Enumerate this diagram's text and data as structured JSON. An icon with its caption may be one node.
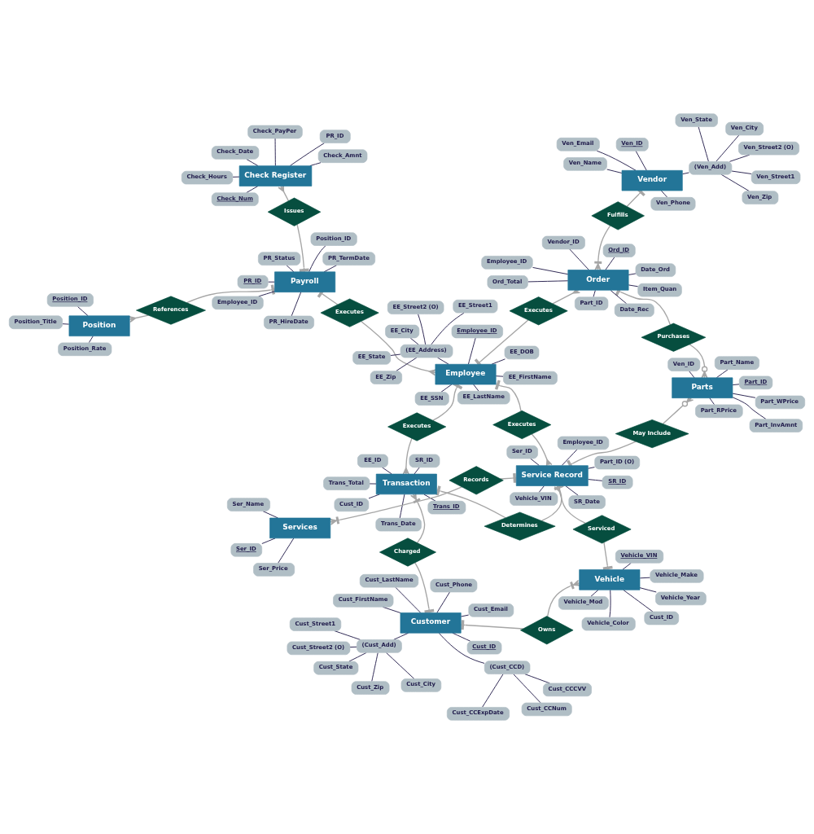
{
  "diagram": {
    "nodes": [
      {
        "text": [
          "Customer"
        ]
      },
      {
        "text": [
          "Cust_ID"
        ]
      },
      {
        "text": [
          "(Cust_Add)"
        ]
      },
      {
        "text": [
          "Cust_Phone"
        ]
      },
      {
        "text": [
          "Cust_Email"
        ]
      },
      {
        "text": [
          "Cust_Street1"
        ]
      },
      {
        "text": [
          "Cust_Street2 (O)"
        ]
      },
      {
        "text": [
          "Cust_City"
        ]
      },
      {
        "text": [
          "Cust_State"
        ]
      },
      {
        "text": [
          "Cust_Zip"
        ]
      },
      {
        "text": [
          "Cust_FirstName"
        ]
      },
      {
        "text": [
          "Cust_LastName"
        ]
      },
      {
        "text": [
          "(Cust_CCD)"
        ]
      },
      {
        "text": [
          "Cust_CCNum"
        ]
      },
      {
        "text": [
          "Cust_CCCVV"
        ]
      },
      {
        "text": [
          "Cust_CCExpDate"
        ]
      },
      {
        "text": [
          "Position"
        ]
      },
      {
        "text": [
          "Position_ID"
        ]
      },
      {
        "text": [
          "Position_Title"
        ]
      },
      {
        "text": [
          "Position_Rate"
        ]
      },
      {
        "text": [
          "References"
        ]
      },
      {
        "text": [
          "Owns"
        ]
      },
      {
        "text": [
          "Charged"
        ]
      },
      {
        "text": [
          "Vehicle"
        ]
      },
      {
        "text": [
          "Vehicle_VIN"
        ]
      },
      {
        "text": [
          "Cust_ID"
        ]
      },
      {
        "text": [
          "Vehicle_Make"
        ]
      },
      {
        "text": [
          "Vehicle_Mod"
        ]
      },
      {
        "text": [
          "Vehicle_Color"
        ]
      },
      {
        "text": [
          "Vehicle_Year"
        ]
      },
      {
        "text": [
          "Transaction"
        ]
      },
      {
        "text": [
          "Trans_ID"
        ]
      },
      {
        "text": [
          "Cust_ID"
        ]
      },
      {
        "text": [
          "EE_ID"
        ]
      },
      {
        "text": [
          "SR_ID"
        ]
      },
      {
        "text": [
          "Trans_Date"
        ]
      },
      {
        "text": [
          "Trans_Total"
        ]
      },
      {
        "text": [
          "Payroll"
        ]
      },
      {
        "text": [
          "PR_ID"
        ]
      },
      {
        "text": [
          "Employee_ID"
        ]
      },
      {
        "text": [
          "Position_ID"
        ]
      },
      {
        "text": [
          "PR_Status"
        ]
      },
      {
        "text": [
          "PR_HireDate"
        ]
      },
      {
        "text": [
          "PR_TermDate"
        ]
      },
      {
        "text": [
          "Serviced"
        ]
      },
      {
        "text": [
          "Determines"
        ]
      },
      {
        "text": [
          "Executes"
        ]
      },
      {
        "text": [
          "Executes"
        ]
      },
      {
        "text": [
          "Issues"
        ]
      },
      {
        "text": [
          "Check Register"
        ]
      },
      {
        "text": [
          "Check_Num"
        ]
      },
      {
        "text": [
          "PR_ID"
        ]
      },
      {
        "text": [
          "Check_Date"
        ]
      },
      {
        "text": [
          "Check_Hours"
        ]
      },
      {
        "text": [
          "Check_PayPer"
        ]
      },
      {
        "text": [
          "Check_Amnt"
        ]
      },
      {
        "text": [
          "Records"
        ]
      },
      {
        "text": [
          "Service Record"
        ]
      },
      {
        "text": [
          "SR_ID"
        ]
      },
      {
        "text": [
          "Ser_ID"
        ]
      },
      {
        "text": [
          "Vehicle_VIN"
        ]
      },
      {
        "text": [
          "Employee_ID"
        ]
      },
      {
        "text": [
          "SR_Date"
        ]
      },
      {
        "text": [
          "Part_ID (O)"
        ]
      },
      {
        "text": [
          "Employee"
        ]
      },
      {
        "text": [
          "Employee_ID"
        ]
      },
      {
        "text": [
          "EE_FirstName"
        ]
      },
      {
        "text": [
          "EE_LastName"
        ]
      },
      {
        "text": [
          "EE_SSN"
        ]
      },
      {
        "text": [
          "EE_DOB"
        ]
      },
      {
        "text": [
          "(EE_Address)"
        ]
      },
      {
        "text": [
          "EE_Street1"
        ]
      },
      {
        "text": [
          "EE_Street2 (O)"
        ]
      },
      {
        "text": [
          "EE_City"
        ]
      },
      {
        "text": [
          "EE_State"
        ]
      },
      {
        "text": [
          "EE_Zip"
        ]
      },
      {
        "text": [
          "Services"
        ]
      },
      {
        "text": [
          "Ser_ID"
        ]
      },
      {
        "text": [
          "Ser_Name"
        ]
      },
      {
        "text": [
          "Ser_Price"
        ]
      },
      {
        "text": [
          "Executes"
        ]
      },
      {
        "text": [
          "May Include"
        ]
      },
      {
        "text": [
          "Executes"
        ]
      },
      {
        "text": [
          "Parts"
        ]
      },
      {
        "text": [
          "Part_ID"
        ]
      },
      {
        "text": [
          "Part_Name"
        ]
      },
      {
        "text": [
          "Part_WPrice"
        ]
      },
      {
        "text": [
          "Part_RPrice"
        ]
      },
      {
        "text": [
          "Ven_ID"
        ]
      },
      {
        "text": [
          "Part_InvAmnt"
        ]
      },
      {
        "text": [
          "Purchases"
        ]
      },
      {
        "text": [
          "Order"
        ]
      },
      {
        "text": [
          "Ord_ID"
        ]
      },
      {
        "text": [
          "Vendor_ID"
        ]
      },
      {
        "text": [
          "Employee_ID"
        ]
      },
      {
        "text": [
          "Part_ID"
        ]
      },
      {
        "text": [
          "Date_Ord"
        ]
      },
      {
        "text": [
          "Date_Rec"
        ]
      },
      {
        "text": [
          "Item_Quan"
        ]
      },
      {
        "text": [
          "Ord_Total"
        ]
      },
      {
        "text": [
          "Vendor"
        ]
      },
      {
        "text": [
          "Ven_ID"
        ]
      },
      {
        "text": [
          "Ven_Name"
        ]
      },
      {
        "text": [
          "Ven_Phone"
        ]
      },
      {
        "text": [
          "Ven_Email"
        ]
      },
      {
        "text": [
          "(Ven_Add)"
        ]
      },
      {
        "text": [
          "Ven_Street1"
        ]
      },
      {
        "text": [
          "Ven_Street2 (O)"
        ]
      },
      {
        "text": [
          "Ven_City"
        ]
      },
      {
        "text": [
          "Ven_State"
        ]
      },
      {
        "text": [
          "Ven_Zip"
        ]
      },
      {
        "text": [
          "Fulfills"
        ]
      }
    ],
    "edges": [
      {
        "from": 1,
        "to": 0,
        "arrow": "none"
      },
      {
        "from": 2,
        "to": 0,
        "arrow": "none"
      },
      {
        "from": 3,
        "to": 0,
        "arrow": "none"
      },
      {
        "from": 4,
        "to": 0,
        "arrow": "none"
      },
      {
        "from": 5,
        "to": 2,
        "arrow": "none"
      },
      {
        "from": 6,
        "to": 2,
        "arrow": "none"
      },
      {
        "from": 7,
        "to": 2,
        "arrow": "none"
      },
      {
        "from": 8,
        "to": 2,
        "arrow": "none"
      },
      {
        "from": 9,
        "to": 2,
        "arrow": "none"
      },
      {
        "from": 10,
        "to": 0,
        "arrow": "none"
      },
      {
        "from": 11,
        "to": 0,
        "arrow": "none"
      },
      {
        "from": 12,
        "to": 0,
        "arrow": "none"
      },
      {
        "from": 13,
        "to": 12,
        "arrow": "none"
      },
      {
        "from": 14,
        "to": 12,
        "arrow": "none"
      },
      {
        "from": 15,
        "to": 12,
        "arrow": "none"
      },
      {
        "from": 17,
        "to": 16,
        "arrow": "none"
      },
      {
        "from": 18,
        "to": 16,
        "arrow": "none"
      },
      {
        "from": 19,
        "to": 16,
        "arrow": "none"
      },
      {
        "from": 24,
        "to": 23,
        "arrow": "none"
      },
      {
        "from": 25,
        "to": 23,
        "arrow": "none"
      },
      {
        "from": 26,
        "to": 23,
        "arrow": "none"
      },
      {
        "from": 27,
        "to": 23,
        "arrow": "none"
      },
      {
        "from": 28,
        "to": 23,
        "arrow": "none"
      },
      {
        "from": 29,
        "to": 23,
        "arrow": "none"
      },
      {
        "from": 31,
        "to": 30,
        "arrow": "none"
      },
      {
        "from": 32,
        "to": 30,
        "arrow": "none"
      },
      {
        "from": 33,
        "to": 30,
        "arrow": "none"
      },
      {
        "from": 34,
        "to": 30,
        "arrow": "none"
      },
      {
        "from": 35,
        "to": 30,
        "arrow": "none"
      },
      {
        "from": 36,
        "to": 30,
        "arrow": "none"
      },
      {
        "from": 38,
        "to": 37,
        "arrow": "none"
      },
      {
        "from": 39,
        "to": 37,
        "arrow": "none"
      },
      {
        "from": 40,
        "to": 37,
        "arrow": "none"
      },
      {
        "from": 41,
        "to": 37,
        "arrow": "none"
      },
      {
        "from": 42,
        "to": 37,
        "arrow": "none"
      },
      {
        "from": 43,
        "to": 37,
        "arrow": "none"
      },
      {
        "from": 50,
        "to": 49,
        "arrow": "none"
      },
      {
        "from": 51,
        "to": 49,
        "arrow": "none"
      },
      {
        "from": 52,
        "to": 49,
        "arrow": "none"
      },
      {
        "from": 53,
        "to": 49,
        "arrow": "none"
      },
      {
        "from": 54,
        "to": 49,
        "arrow": "none"
      },
      {
        "from": 55,
        "to": 49,
        "arrow": "none"
      },
      {
        "from": 58,
        "to": 57,
        "arrow": "none"
      },
      {
        "from": 59,
        "to": 57,
        "arrow": "none"
      },
      {
        "from": 60,
        "to": 57,
        "arrow": "none"
      },
      {
        "from": 61,
        "to": 57,
        "arrow": "none"
      },
      {
        "from": 62,
        "to": 57,
        "arrow": "none"
      },
      {
        "from": 63,
        "to": 57,
        "arrow": "none"
      },
      {
        "from": 65,
        "to": 64,
        "arrow": "none"
      },
      {
        "from": 66,
        "to": 64,
        "arrow": "none"
      },
      {
        "from": 67,
        "to": 64,
        "arrow": "none"
      },
      {
        "from": 68,
        "to": 64,
        "arrow": "none"
      },
      {
        "from": 69,
        "to": 64,
        "arrow": "none"
      },
      {
        "from": 70,
        "to": 64,
        "arrow": "none"
      },
      {
        "from": 71,
        "to": 70,
        "arrow": "none"
      },
      {
        "from": 72,
        "to": 70,
        "arrow": "none"
      },
      {
        "from": 73,
        "to": 70,
        "arrow": "none"
      },
      {
        "from": 74,
        "to": 70,
        "arrow": "none"
      },
      {
        "from": 75,
        "to": 70,
        "arrow": "none"
      },
      {
        "from": 77,
        "to": 76,
        "arrow": "none"
      },
      {
        "from": 78,
        "to": 76,
        "arrow": "none"
      },
      {
        "from": 79,
        "to": 76,
        "arrow": "none"
      },
      {
        "from": 84,
        "to": 83,
        "arrow": "none"
      },
      {
        "from": 85,
        "to": 83,
        "arrow": "none"
      },
      {
        "from": 86,
        "to": 83,
        "arrow": "none"
      },
      {
        "from": 87,
        "to": 83,
        "arrow": "none"
      },
      {
        "from": 88,
        "to": 83,
        "arrow": "none"
      },
      {
        "from": 89,
        "to": 83,
        "arrow": "none"
      },
      {
        "from": 92,
        "to": 91,
        "arrow": "none"
      },
      {
        "from": 93,
        "to": 91,
        "arrow": "none"
      },
      {
        "from": 94,
        "to": 91,
        "arrow": "none"
      },
      {
        "from": 95,
        "to": 91,
        "arrow": "none"
      },
      {
        "from": 96,
        "to": 91,
        "arrow": "none"
      },
      {
        "from": 97,
        "to": 91,
        "arrow": "none"
      },
      {
        "from": 98,
        "to": 91,
        "arrow": "none"
      },
      {
        "from": 99,
        "to": 91,
        "arrow": "none"
      },
      {
        "from": 101,
        "to": 100,
        "arrow": "none"
      },
      {
        "from": 102,
        "to": 100,
        "arrow": "none"
      },
      {
        "from": 103,
        "to": 100,
        "arrow": "none"
      },
      {
        "from": 104,
        "to": 100,
        "arrow": "none"
      },
      {
        "from": 105,
        "to": 100,
        "arrow": "none"
      },
      {
        "from": 106,
        "to": 105,
        "arrow": "none"
      },
      {
        "from": 107,
        "to": 105,
        "arrow": "none"
      },
      {
        "from": 108,
        "to": 105,
        "arrow": "none"
      },
      {
        "from": 109,
        "to": 105,
        "arrow": "none"
      },
      {
        "from": 110,
        "to": 105,
        "arrow": "none"
      },
      {
        "from": 21,
        "to": 0,
        "arrow": "other",
        "color": "#a6a6a6"
      },
      {
        "from": 21,
        "to": 23,
        "arrow": "other",
        "color": "#a6a6a6"
      },
      {
        "from": 22,
        "to": 0,
        "arrow": "other",
        "color": "#a6a6a6"
      },
      {
        "from": 22,
        "to": 30,
        "arrow": "other",
        "color": "#a6a6a6"
      },
      {
        "from": 20,
        "to": 16,
        "arrow": "other",
        "color": "#a6a6a6"
      },
      {
        "from": 20,
        "to": 37,
        "arrow": "other",
        "color": "#a6a6a6"
      },
      {
        "from": 44,
        "to": 23,
        "arrow": "other",
        "color": "#a6a6a6"
      },
      {
        "from": 44,
        "to": 57,
        "arrow": "other",
        "color": "#a6a6a6"
      },
      {
        "from": 45,
        "to": 30,
        "arrow": "other",
        "color": "#a6a6a6"
      },
      {
        "from": 45,
        "to": 57,
        "arrow": "other",
        "color": "#a6a6a6"
      },
      {
        "from": 46,
        "to": 30,
        "arrow": "other",
        "color": "#a6a6a6"
      },
      {
        "from": 46,
        "to": 64,
        "arrow": "other",
        "color": "#a6a6a6"
      },
      {
        "from": 47,
        "to": 37,
        "arrow": "other",
        "color": "#a6a6a6"
      },
      {
        "from": 47,
        "to": 64,
        "arrow": "other",
        "color": "#a6a6a6"
      },
      {
        "from": 48,
        "to": 37,
        "arrow": "other",
        "color": "#a6a6a6"
      },
      {
        "from": 48,
        "to": 49,
        "arrow": "other",
        "color": "#a6a6a6"
      },
      {
        "from": 56,
        "to": 57,
        "arrow": "other",
        "color": "#a6a6a6"
      },
      {
        "from": 56,
        "to": 76,
        "arrow": "other",
        "color": "#a6a6a6"
      },
      {
        "from": 80,
        "to": 57,
        "arrow": "other",
        "color": "#a6a6a6"
      },
      {
        "from": 80,
        "to": 64,
        "arrow": "other",
        "color": "#a6a6a6"
      },
      {
        "from": 81,
        "to": 57,
        "arrow": "other",
        "color": "#a6a6a6"
      },
      {
        "from": 81,
        "to": 83,
        "arrow": "other",
        "color": "#a6a6a6"
      },
      {
        "from": 90,
        "to": 83,
        "arrow": "other",
        "color": "#a6a6a6"
      },
      {
        "from": 90,
        "to": 91,
        "arrow": "other",
        "color": "#a6a6a6"
      },
      {
        "from": 82,
        "to": 64,
        "arrow": "other",
        "color": "#a6a6a6"
      },
      {
        "from": 82,
        "to": 91,
        "arrow": "other",
        "color": "#a6a6a6"
      },
      {
        "from": 111,
        "to": 91,
        "arrow": "other",
        "color": "#a6a6a6"
      },
      {
        "from": 111,
        "to": 100,
        "arrow": "other",
        "color": "#a6a6a6"
      }
    ]
  }
}
